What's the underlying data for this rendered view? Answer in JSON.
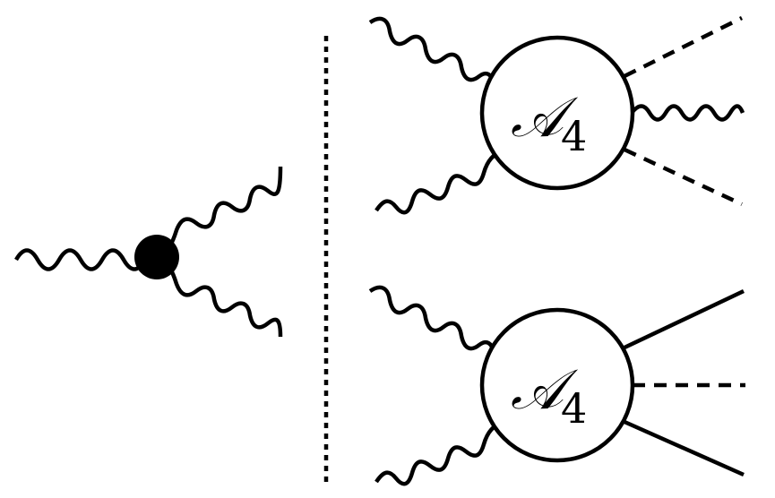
{
  "diagram": {
    "top_blob": {
      "label_main": "𝒜",
      "label_sub": "4"
    },
    "bottom_blob": {
      "label_main": "𝒜",
      "label_sub": "4"
    }
  }
}
